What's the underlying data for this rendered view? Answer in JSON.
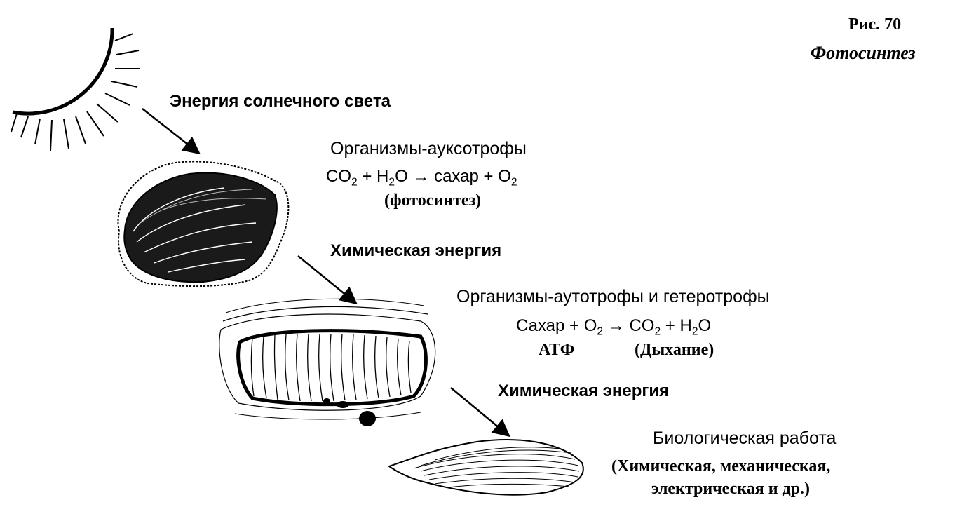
{
  "figure": {
    "number": "Рис. 70",
    "caption": "Фотосинтез"
  },
  "stage1": {
    "energy_label": "Энергия солнечного света",
    "organisms": "Организмы-ауксотрофы",
    "equation": {
      "co2_c": "CO",
      "co2_sub": "2",
      "plus1": " + H",
      "h2o_sub": "2",
      "rest": "O → сахар + O",
      "o2_sub": "2"
    },
    "process": "(фотосинтез)"
  },
  "stage2": {
    "energy_label": "Химическая энергия",
    "organisms": "Организмы-аутотрофы и гетеротрофы",
    "equation": {
      "part1": "Сахар + O",
      "o2_sub": "2",
      "part2": " → CO",
      "co2_sub": "2",
      "part3": " + H",
      "h2o_sub": "2",
      "part4": "O"
    },
    "product": "АТФ",
    "process": "(Дыхание)"
  },
  "stage3": {
    "energy_label": "Химическая энергия",
    "title": "Биологическая работа",
    "types_line1": "(Химическая, механическая,",
    "types_line2": "электрическая и др.)"
  },
  "icons": {
    "sun": "sun-icon",
    "chloroplast": "chloroplast-icon",
    "mitochondrion": "mitochondrion-icon",
    "muscle": "muscle-icon"
  }
}
